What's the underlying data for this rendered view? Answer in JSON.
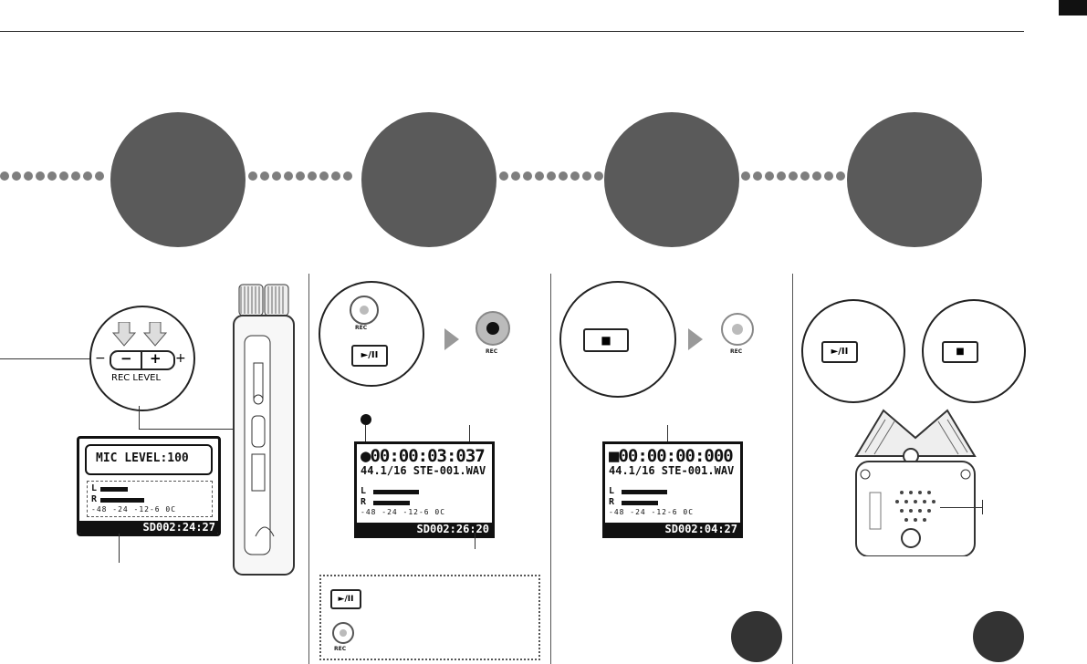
{
  "step1": {
    "rec_level_label": "REC LEVEL",
    "minus_sign": "−",
    "plus_sign": "+",
    "lcd_mic_level": "MIC LEVEL:100",
    "lcd_L": "L",
    "lcd_R": "R",
    "lcd_scale": "-48      -24  -12-6  0C",
    "lcd_remaining": "SD002:24:27"
  },
  "step2": {
    "rec_label": "REC",
    "play_pause_symbol": "►/II",
    "lcd_time": "●00:00:03:037",
    "lcd_file": "44.1/16 STE-001.WAV",
    "lcd_L": "L",
    "lcd_R": "R",
    "lcd_scale": "-48      -24  -12-6  0C",
    "lcd_remaining": "SD002:26:20",
    "box_rec_label": "REC"
  },
  "step3": {
    "stop_symbol": "■",
    "rec_label": "REC",
    "lcd_time": "■00:00:00:000",
    "lcd_file": "44.1/16 STE-001.WAV",
    "lcd_L": "L",
    "lcd_R": "R",
    "lcd_scale": "-48      -24  -12-6  0C",
    "lcd_remaining": "SD002:04:27"
  },
  "step4": {
    "play_pause_symbol": "►/II",
    "stop_symbol": "■"
  },
  "colors": {
    "step_circle": "#5a5a5a",
    "dot": "#7e7e7e",
    "rec_button": "#bbbbbb"
  }
}
